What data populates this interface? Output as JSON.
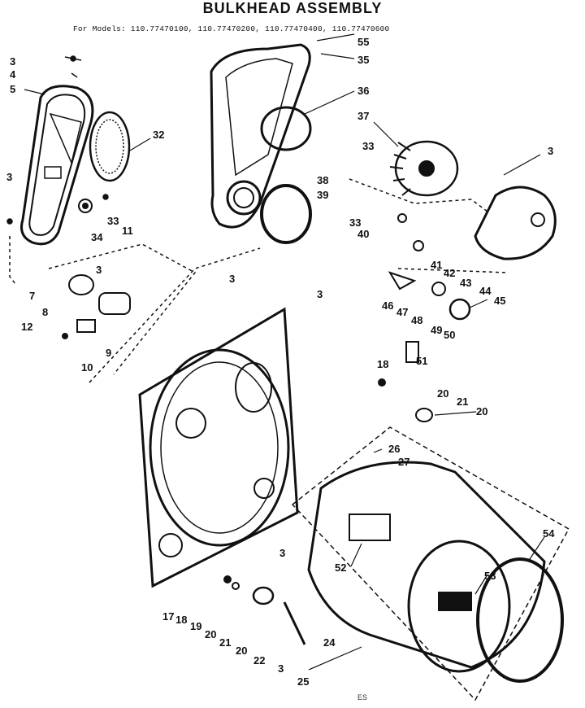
{
  "header": {
    "title": "BULKHEAD ASSEMBLY",
    "models": "For Models: 110.77470100, 110.77470200, 110.77470400, 110.77470600"
  },
  "footer": {
    "code": "ES"
  },
  "callouts": [
    {
      "id": "c-3a",
      "text": "3"
    },
    {
      "id": "c-4",
      "text": "4"
    },
    {
      "id": "c-5",
      "text": "5"
    },
    {
      "id": "c-32",
      "text": "32"
    },
    {
      "id": "c-3b",
      "text": "3"
    },
    {
      "id": "c-33a",
      "text": "33"
    },
    {
      "id": "c-34",
      "text": "34"
    },
    {
      "id": "c-11",
      "text": "11"
    },
    {
      "id": "c-3c",
      "text": "3"
    },
    {
      "id": "c-7",
      "text": "7"
    },
    {
      "id": "c-8",
      "text": "8"
    },
    {
      "id": "c-12",
      "text": "12"
    },
    {
      "id": "c-9",
      "text": "9"
    },
    {
      "id": "c-10",
      "text": "10"
    },
    {
      "id": "c-55",
      "text": "55"
    },
    {
      "id": "c-35",
      "text": "35"
    },
    {
      "id": "c-36",
      "text": "36"
    },
    {
      "id": "c-37",
      "text": "37"
    },
    {
      "id": "c-33b",
      "text": "33"
    },
    {
      "id": "c-3d",
      "text": "3"
    },
    {
      "id": "c-38",
      "text": "38"
    },
    {
      "id": "c-39",
      "text": "39"
    },
    {
      "id": "c-33c",
      "text": "33"
    },
    {
      "id": "c-40",
      "text": "40"
    },
    {
      "id": "c-3e",
      "text": "3"
    },
    {
      "id": "c-41",
      "text": "41"
    },
    {
      "id": "c-42",
      "text": "42"
    },
    {
      "id": "c-43",
      "text": "43"
    },
    {
      "id": "c-44",
      "text": "44"
    },
    {
      "id": "c-45",
      "text": "45"
    },
    {
      "id": "c-3f",
      "text": "3"
    },
    {
      "id": "c-46",
      "text": "46"
    },
    {
      "id": "c-47",
      "text": "47"
    },
    {
      "id": "c-48",
      "text": "48"
    },
    {
      "id": "c-49",
      "text": "49"
    },
    {
      "id": "c-50",
      "text": "50"
    },
    {
      "id": "c-18a",
      "text": "18"
    },
    {
      "id": "c-51",
      "text": "51"
    },
    {
      "id": "c-20a",
      "text": "20"
    },
    {
      "id": "c-21a",
      "text": "21"
    },
    {
      "id": "c-20b",
      "text": "20"
    },
    {
      "id": "c-26",
      "text": "26"
    },
    {
      "id": "c-27",
      "text": "27"
    },
    {
      "id": "c-54",
      "text": "54"
    },
    {
      "id": "c-52",
      "text": "52"
    },
    {
      "id": "c-53",
      "text": "53"
    },
    {
      "id": "c-3g",
      "text": "3"
    },
    {
      "id": "c-17",
      "text": "17"
    },
    {
      "id": "c-18b",
      "text": "18"
    },
    {
      "id": "c-19",
      "text": "19"
    },
    {
      "id": "c-20c",
      "text": "20"
    },
    {
      "id": "c-21b",
      "text": "21"
    },
    {
      "id": "c-20d",
      "text": "20"
    },
    {
      "id": "c-22",
      "text": "22"
    },
    {
      "id": "c-24",
      "text": "24"
    },
    {
      "id": "c-3h",
      "text": "3"
    },
    {
      "id": "c-25",
      "text": "25"
    }
  ]
}
